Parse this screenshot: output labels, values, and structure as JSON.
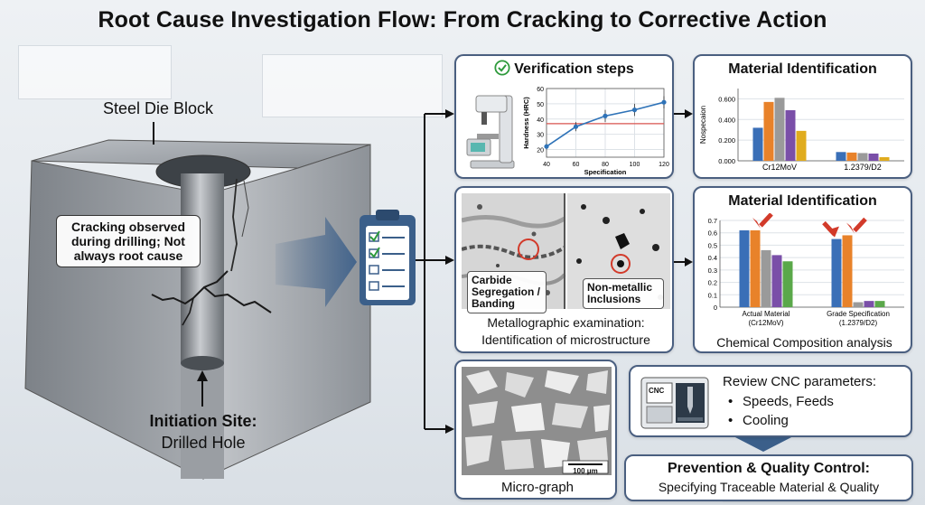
{
  "title": "Root Cause Investigation Flow: From Cracking to Corrective Action",
  "block": {
    "label": "Steel Die Block",
    "callout": "Cracking observed during drilling; Not always root cause",
    "initiation_title": "Initiation Site:",
    "initiation_sub": "Drilled Hole"
  },
  "verification": {
    "title": "Verification steps",
    "icon": "check-circle-icon",
    "accent": "#2e9a3c",
    "chart_data": {
      "type": "line",
      "x": [
        40,
        60,
        80,
        100,
        120
      ],
      "values": [
        22,
        35,
        42,
        46,
        51
      ],
      "errors": [
        2,
        3,
        4,
        4,
        4
      ],
      "reference_line": 37,
      "xlabel": "Specification",
      "ylabel": "Hardness (HRC)",
      "xticks": [
        "40",
        "60",
        "80",
        "100",
        "120"
      ],
      "yticks": [
        "20",
        "30",
        "40",
        "50",
        "60"
      ],
      "xlim": [
        40,
        120
      ],
      "ylim": [
        15,
        60
      ],
      "grid": true,
      "line_color": "#2f73b8",
      "reference_color": "#d9534f"
    }
  },
  "material_id_1": {
    "title": "Material Identification",
    "chart_data": {
      "type": "bar",
      "categories": [
        "Cr12MoV",
        "1.2379/D2"
      ],
      "series": [
        {
          "color": "#3a6fb7",
          "values": [
            0.32,
            0.085
          ]
        },
        {
          "color": "#e8822a",
          "values": [
            0.57,
            0.08
          ]
        },
        {
          "color": "#9a9a9a",
          "values": [
            0.61,
            0.075
          ]
        },
        {
          "color": "#7a4fa8",
          "values": [
            0.49,
            0.07
          ]
        },
        {
          "color": "#e0ac1e",
          "values": [
            0.29,
            0.035
          ]
        }
      ],
      "ylabel": "Nospecaion",
      "yticks": [
        "0.000",
        "0.200",
        "0.400",
        "0.600"
      ],
      "ylim": [
        0,
        0.7
      ],
      "grid": true
    }
  },
  "metallography": {
    "tag_left": "Carbide Segregation / Banding",
    "tag_right": "Non-metallic Inclusions",
    "caption_line1": "Metallographic examination:",
    "caption_line2": "Identification of microstructure"
  },
  "material_id_2": {
    "title": "Material Identification",
    "caption": "Chemical Composition analysis",
    "chart_data": {
      "type": "bar",
      "categories": [
        "Actual Material (Cr12MoV)",
        "Grade Specification (1.2379/D2)"
      ],
      "category_lines": [
        [
          "Actual Material",
          "(Cr12MoV)"
        ],
        [
          "Grade Specification",
          "(1.2379/D2)"
        ]
      ],
      "series": [
        {
          "color": "#3a6fb7",
          "values": [
            0.62,
            0.55
          ]
        },
        {
          "color": "#e8822a",
          "values": [
            0.62,
            0.58
          ]
        },
        {
          "color": "#9a9a9a",
          "values": [
            0.46,
            0.04
          ]
        },
        {
          "color": "#7a4fa8",
          "values": [
            0.42,
            0.05
          ]
        },
        {
          "color": "#5aa84a",
          "values": [
            0.37,
            0.05
          ]
        }
      ],
      "yticks": [
        "0",
        "0.1",
        "0.2",
        "0.3",
        "0.4",
        "0.5",
        "0.6",
        "0.7"
      ],
      "ylim": [
        0,
        0.7
      ],
      "grid": true,
      "arrow_color": "#d23a2a"
    }
  },
  "micrograph": {
    "caption": "Micro-graph",
    "scale_bar": "100 μm"
  },
  "cnc": {
    "machine_label": "CNC",
    "title": "Review CNC parameters:",
    "items": [
      "Speeds, Feeds",
      "Cooling"
    ]
  },
  "prevention": {
    "title": "Prevention & Quality Control:",
    "subtitle": "Specifying Traceable Material & Quality"
  },
  "colors": {
    "panel_border": "#4a5f80",
    "flow_arrow": "#3b5f8a"
  }
}
